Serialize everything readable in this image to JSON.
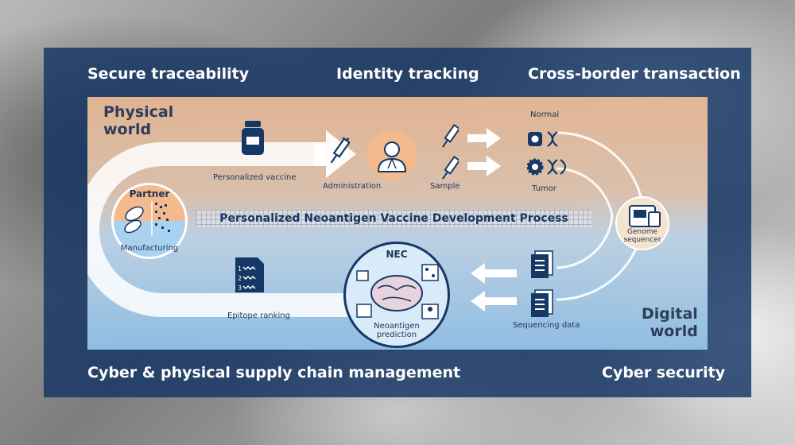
{
  "corners": {
    "top_left": "Secure traceability",
    "top_center": "Identity tracking",
    "top_right": "Cross-border transaction",
    "bottom_left": "Cyber & physical supply chain management",
    "bottom_right": "Cyber security"
  },
  "worlds": {
    "physical_line1": "Physical",
    "physical_line2": "world",
    "digital_line1": "Digital",
    "digital_line2": "world"
  },
  "process_title": "Personalized Neoantigen Vaccine Development Process",
  "labels": {
    "personalized_vaccine": "Personalized vaccine",
    "administration": "Administration",
    "sample": "Sample",
    "normal": "Normal",
    "tumor": "Tumor",
    "genome_line1": "Genome",
    "genome_line2": "sequencer",
    "sequencing_data": "Sequencing data",
    "epitope_ranking": "Epitope ranking",
    "nec": "NEC",
    "neoantigen_line1": "Neoantigen",
    "neoantigen_line2": "prediction",
    "partner": "Partner",
    "manufacturing": "Manufacturing"
  },
  "ranking_numbers": [
    "1",
    "2",
    "3"
  ],
  "colors": {
    "frame": "#143464",
    "navy": "#163866",
    "peach": "#f1be96",
    "light_blue": "#96c3e8"
  }
}
